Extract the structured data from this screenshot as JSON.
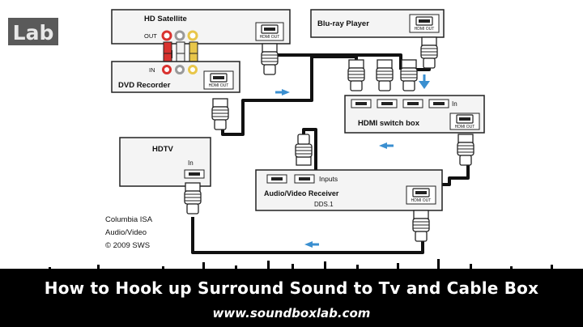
{
  "logo": {
    "text": "Lab"
  },
  "devices": {
    "hd_satellite": {
      "label": "HD Satellite",
      "out_label": "OUT",
      "port_label": "HDMI OUT"
    },
    "dvd_recorder": {
      "label": "DVD Recorder",
      "in_label": "IN",
      "port_label": "HDMI OUT"
    },
    "bluray_player": {
      "label": "Blu-ray Player",
      "port_label": "HDMI OUT"
    },
    "hdmi_switch": {
      "label": "HDMI switch box",
      "in_label": "In",
      "port_label": "HDMI OUT"
    },
    "hdtv": {
      "label": "HDTV",
      "in_label": "In"
    },
    "av_receiver": {
      "label": "Audio/Video Receiver",
      "sublabel": "DDS.1",
      "inputs_label": "Inputs",
      "port_label": "HDMI OUT"
    }
  },
  "credit": {
    "line1": "Columbia ISA",
    "line2": "Audio/Video",
    "line3": "© 2009 SWS"
  },
  "banner": {
    "title": "How to Hook up Surround Sound to Tv and Cable Box",
    "url": "www.soundboxlab.com"
  },
  "colors": {
    "arrow": "#3a8fd0",
    "banner_bg": "#000000",
    "line": "#111111",
    "device_fill": "#f4f4f4",
    "rca_red": "#d9322f",
    "rca_yellow": "#e8c64a",
    "rca_white": "#f2f2f2"
  }
}
